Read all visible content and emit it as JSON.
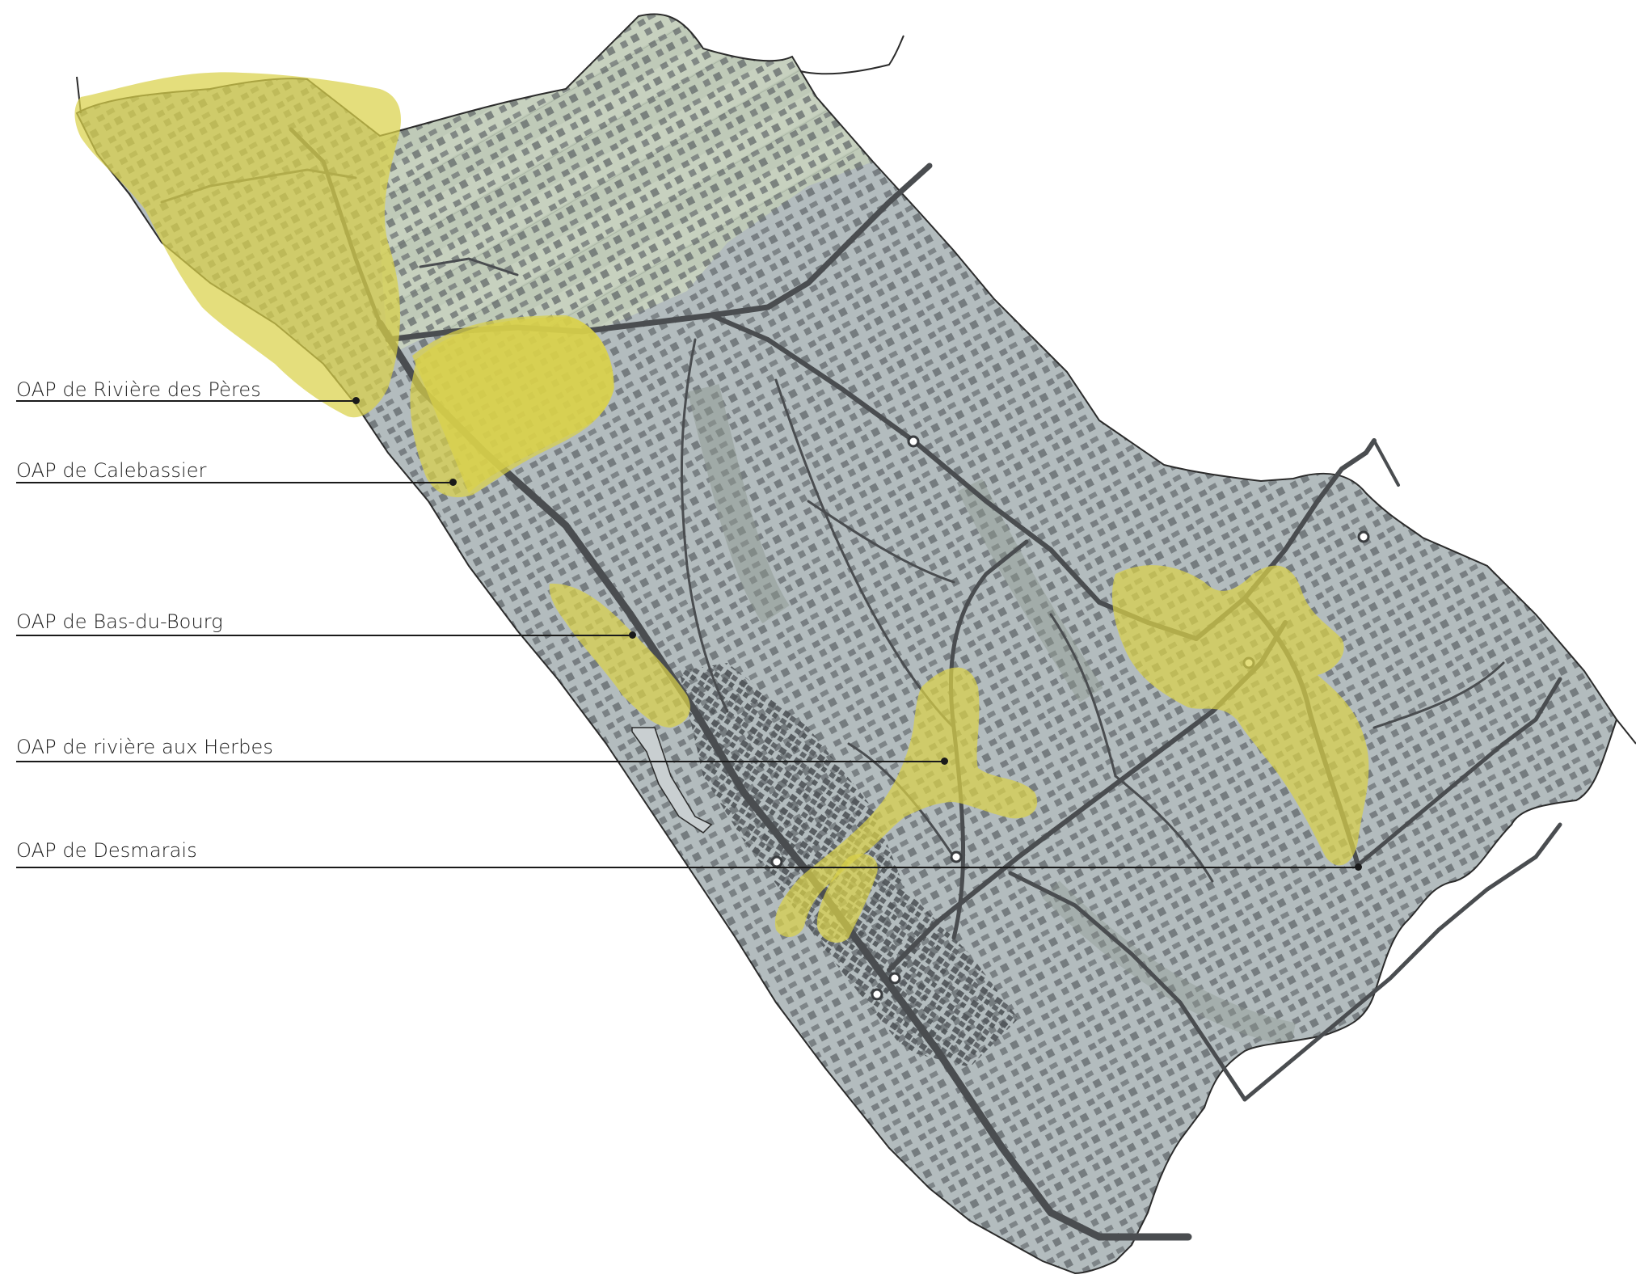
{
  "colors": {
    "oap_highlight": "#d9d14a",
    "land": "#b3bcbe",
    "agricultural": "#bcc9b6",
    "building": "#555a5e",
    "road": "#4a4d50",
    "outline": "#2b2b2b",
    "label_text": "#1a1a1a"
  },
  "labels": [
    {
      "id": "riviere-des-peres",
      "text": "OAP de Rivière des Pères"
    },
    {
      "id": "calebassier",
      "text": "OAP de Calebassier"
    },
    {
      "id": "bas-du-bourg",
      "text": "OAP de Bas-du-Bourg"
    },
    {
      "id": "riviere-aux-herbes",
      "text": "OAP de rivière aux Herbes"
    },
    {
      "id": "desmarais",
      "text": "OAP de Desmarais"
    }
  ]
}
